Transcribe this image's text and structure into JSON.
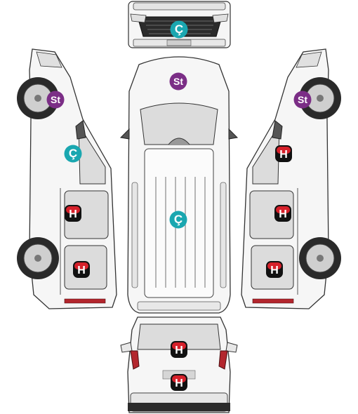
{
  "colors": {
    "teal": "#1aa7b0",
    "purple": "#7b2e86",
    "red": "#d6202a",
    "black": "#111111",
    "body_fill": "#f6f6f6",
    "glass_fill": "#dcdcdc",
    "outline": "#333333"
  },
  "legend_glyphs": {
    "c": "Ç",
    "st": "St",
    "h": "H"
  },
  "views": {
    "front": "front view",
    "left": "left side view",
    "top": "top view",
    "right": "right side view",
    "rear": "rear view"
  },
  "markers": [
    {
      "id": "front-grille",
      "type": "c",
      "view": "front"
    },
    {
      "id": "roof-front",
      "type": "st",
      "view": "top"
    },
    {
      "id": "roof-center",
      "type": "c",
      "view": "top"
    },
    {
      "id": "left-wheel-front",
      "type": "st",
      "view": "left"
    },
    {
      "id": "left-front-door",
      "type": "c",
      "view": "left"
    },
    {
      "id": "left-sliding-door",
      "type": "h",
      "view": "left"
    },
    {
      "id": "left-rear-panel",
      "type": "h",
      "view": "left"
    },
    {
      "id": "right-wheel-front",
      "type": "st",
      "view": "right"
    },
    {
      "id": "right-front-door",
      "type": "h",
      "view": "right"
    },
    {
      "id": "right-sliding-door",
      "type": "h",
      "view": "right"
    },
    {
      "id": "right-rear-panel",
      "type": "h",
      "view": "right"
    },
    {
      "id": "rear-window",
      "type": "h",
      "view": "rear"
    },
    {
      "id": "rear-bumper",
      "type": "h",
      "view": "rear"
    }
  ]
}
